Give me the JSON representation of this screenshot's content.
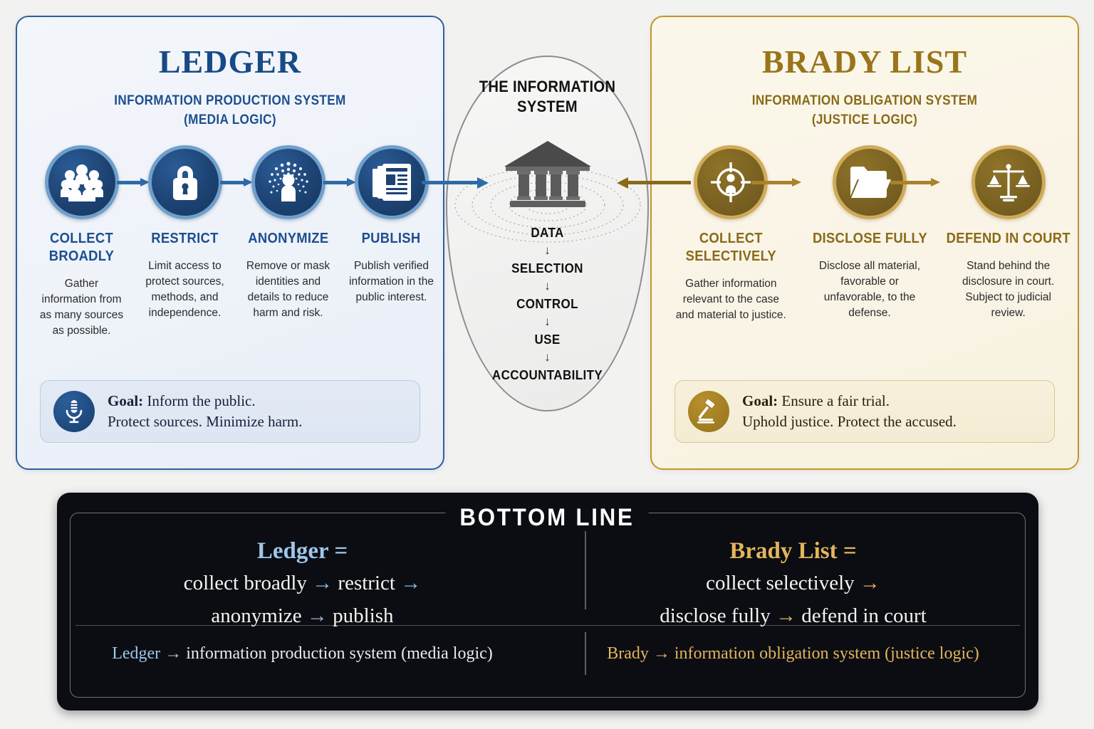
{
  "left_panel": {
    "title": "LEDGER",
    "subtitle_line1": "INFORMATION PRODUCTION SYSTEM",
    "subtitle_line2": "(MEDIA LOGIC)",
    "accent_color": "#1d4f8f",
    "steps": [
      {
        "icon": "people-group-icon",
        "label": "COLLECT BROADLY",
        "desc": "Gather information from as many sources as possible."
      },
      {
        "icon": "padlock-icon",
        "label": "RESTRICT",
        "desc": "Limit access to protect sources, methods, and independence."
      },
      {
        "icon": "anonymize-person-icon",
        "label": "ANONYMIZE",
        "desc": "Remove or mask identities and details to reduce harm and risk."
      },
      {
        "icon": "newspaper-icon",
        "label": "PUBLISH",
        "desc": "Publish verified information in the public interest."
      }
    ],
    "goal": {
      "icon": "microphone-icon",
      "label": "Goal:",
      "line1": " Inform the public.",
      "line2": "Protect sources. Minimize harm."
    }
  },
  "right_panel": {
    "title": "BRADY LIST",
    "subtitle_line1": "INFORMATION OBLIGATION SYSTEM",
    "subtitle_line2": "(JUSTICE LOGIC)",
    "accent_color": "#8a6a18",
    "steps": [
      {
        "icon": "target-person-icon",
        "label": "COLLECT SELECTIVELY",
        "desc": "Gather information relevant to the case and material to justice."
      },
      {
        "icon": "open-folder-icon",
        "label": "DISCLOSE FULLY",
        "desc": "Disclose all material, favorable or unfavorable, to the defense."
      },
      {
        "icon": "scales-of-justice-icon",
        "label": "DEFEND IN COURT",
        "desc": "Stand behind the disclosure in court. Subject to judicial review."
      }
    ],
    "goal": {
      "icon": "gavel-icon",
      "label": "Goal:",
      "line1": " Ensure a fair trial.",
      "line2": "Uphold justice. Protect the accused."
    }
  },
  "center": {
    "title_line1": "THE INFORMATION",
    "title_line2": "SYSTEM",
    "icon": "classical-building-icon",
    "flow": [
      "DATA",
      "SELECTION",
      "CONTROL",
      "USE",
      "ACCOUNTABILITY"
    ],
    "flow_arrow": "↓"
  },
  "banner": {
    "title": "BOTTOM LINE",
    "left": {
      "heading": "Ledger =",
      "line1_a": "collect broadly",
      "line1_arrow": "→",
      "line1_b": "restrict",
      "line1_arrow2": "→",
      "line2_a": "anonymize",
      "line2_arrow": "→",
      "line2_b": "publish",
      "foot_key": "Ledger",
      "foot_arrow": "→",
      "foot_value": "information production system (media logic)"
    },
    "right": {
      "heading": "Brady List =",
      "line1_a": "collect selectively",
      "line1_arrow": "→",
      "line1_b": "",
      "line1_arrow2": "",
      "line2_a": "disclose fully",
      "line2_arrow": "→",
      "line2_b": "defend in court",
      "foot_key": "Brady",
      "foot_arrow": "→",
      "foot_value": "information obligation system (justice logic)"
    }
  },
  "colors": {
    "blue_dark": "#17365d",
    "blue_accent": "#2d6aa8",
    "blue_light": "#9ec6ea",
    "gold_dark": "#6b551d",
    "gold_accent": "#a9822b",
    "gold_light": "#e3b55b",
    "banner_bg": "#0b0d12",
    "page_bg": "#f2f2f1"
  }
}
